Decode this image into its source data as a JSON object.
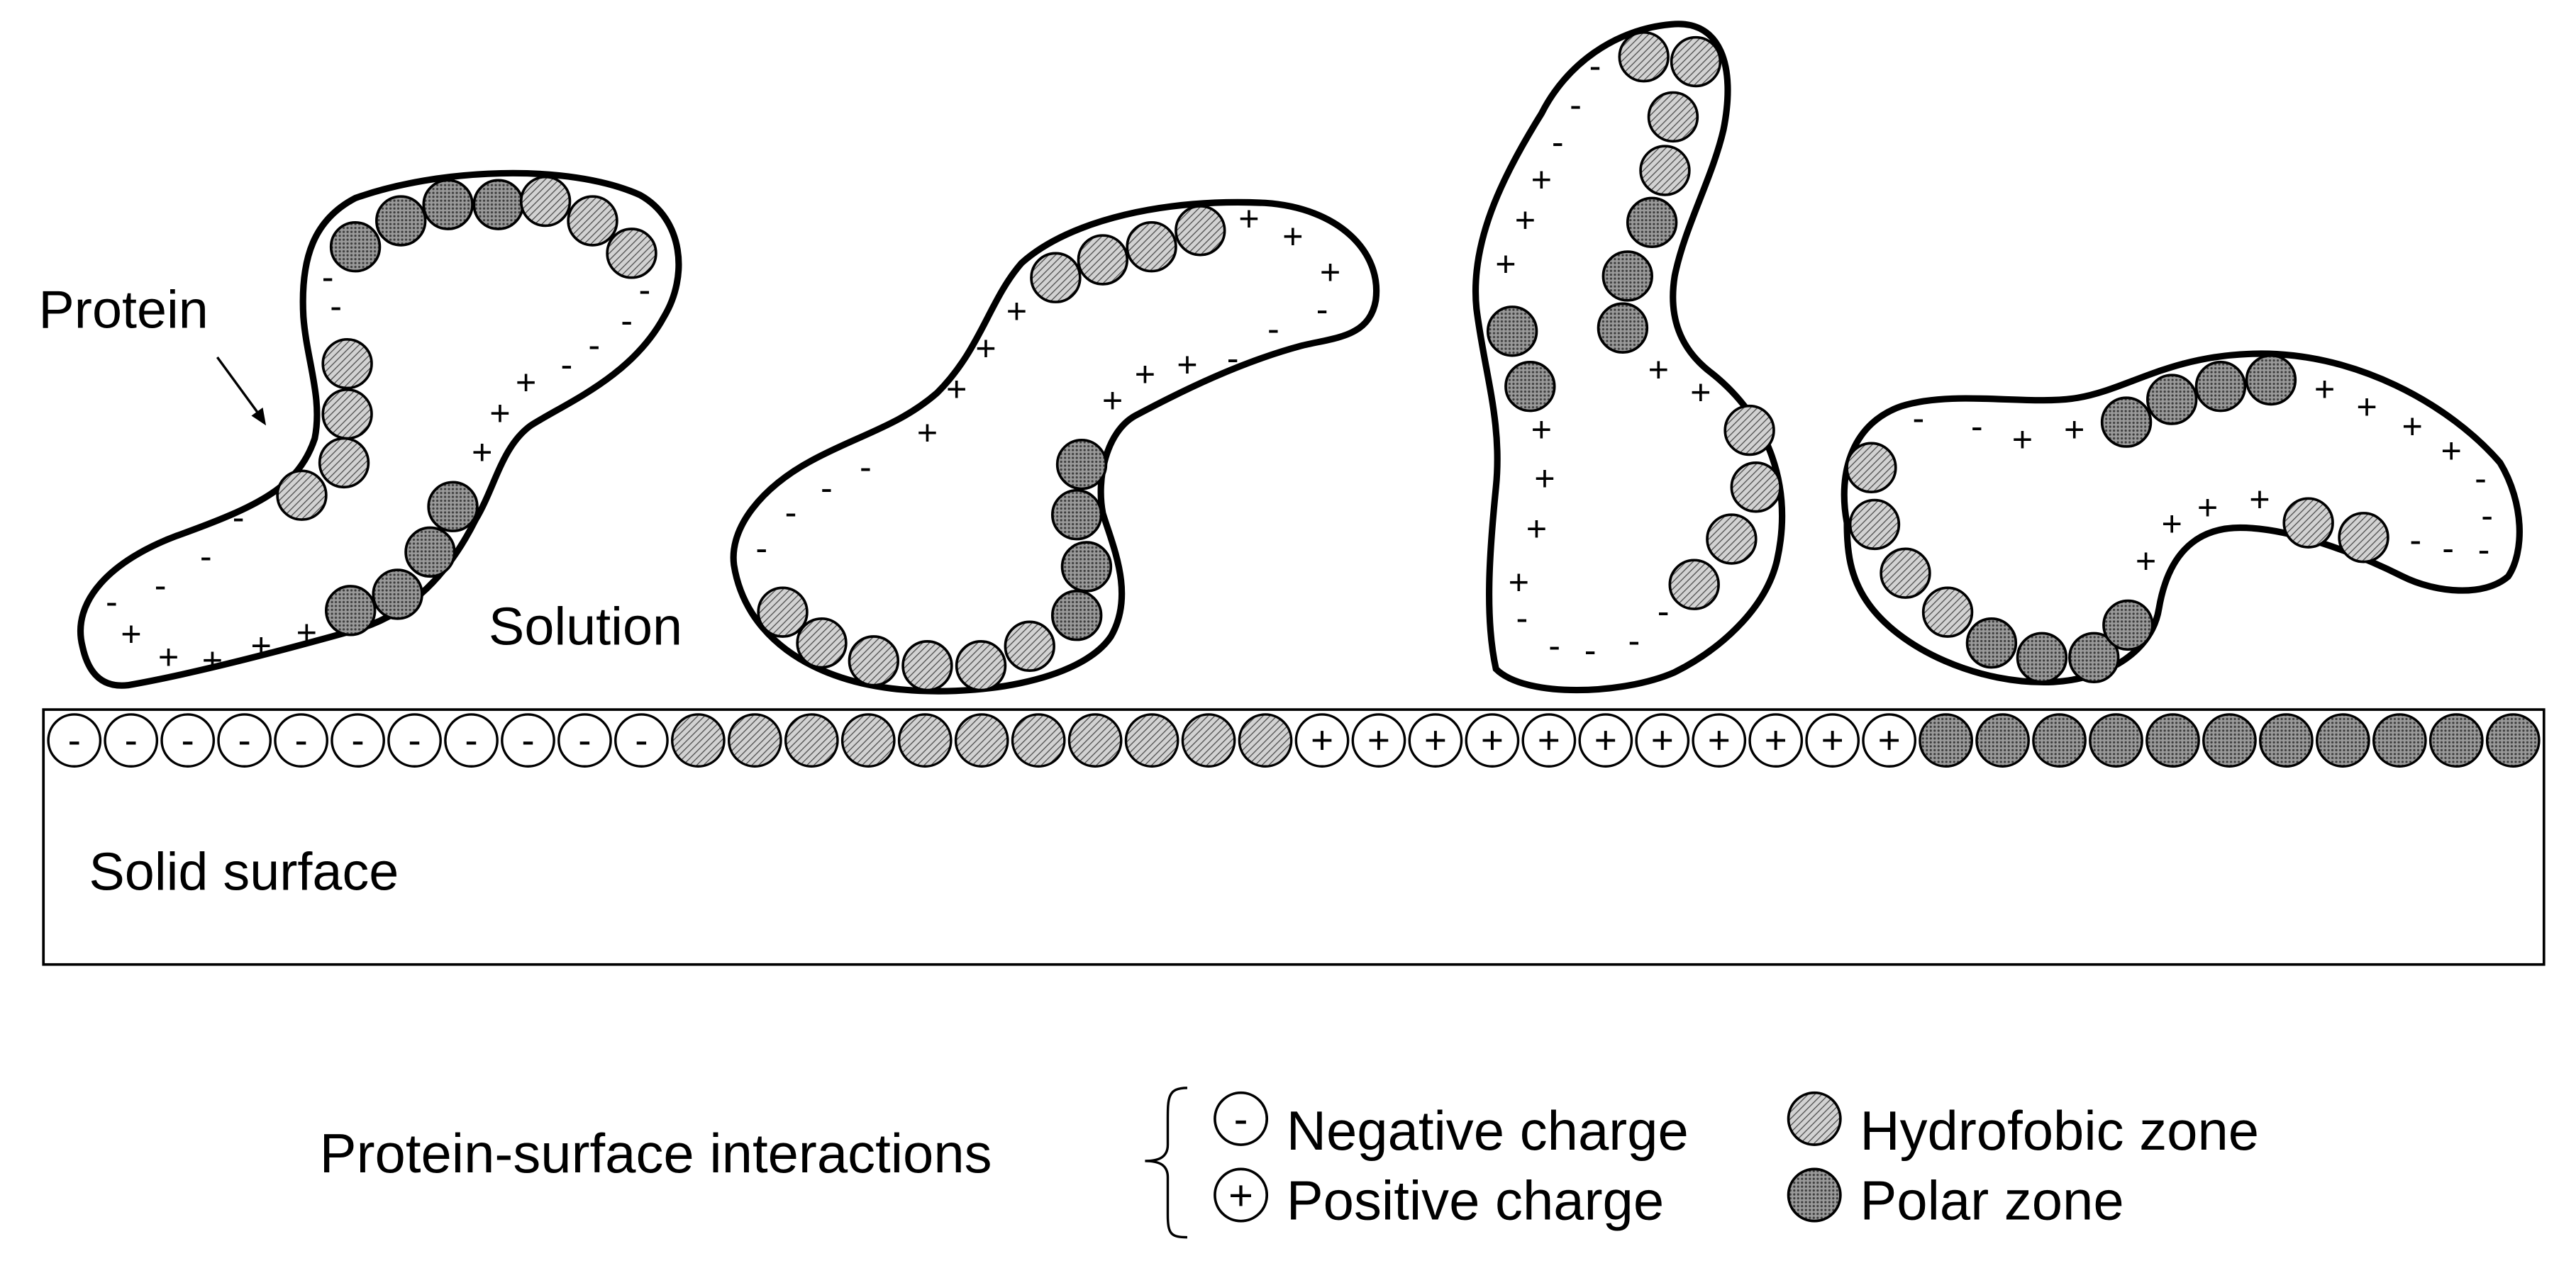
{
  "labels": {
    "protein": "Protein",
    "solution": "Solution",
    "solid_surface": "Solid surface"
  },
  "surface_sequence": {
    "negative_count": 11,
    "hydrophobic_count": 11,
    "positive_count": 11,
    "polar_count": 11
  },
  "legend": {
    "title": "Protein-surface interactions",
    "negative_symbol": "-",
    "positive_symbol": "+",
    "items": {
      "negative": "Negative charge",
      "positive": "Positive charge",
      "hydrophobic": "Hydrofobic zone",
      "polar": "Polar zone"
    }
  },
  "proteins": [
    {
      "id": "protein-1"
    },
    {
      "id": "protein-2"
    },
    {
      "id": "protein-3"
    },
    {
      "id": "protein-4"
    }
  ],
  "colors": {
    "line": "#000000",
    "polar_fill": "#8c8c8c",
    "hydrophobic_fill": "#c4c4c4",
    "background": "#ffffff"
  }
}
